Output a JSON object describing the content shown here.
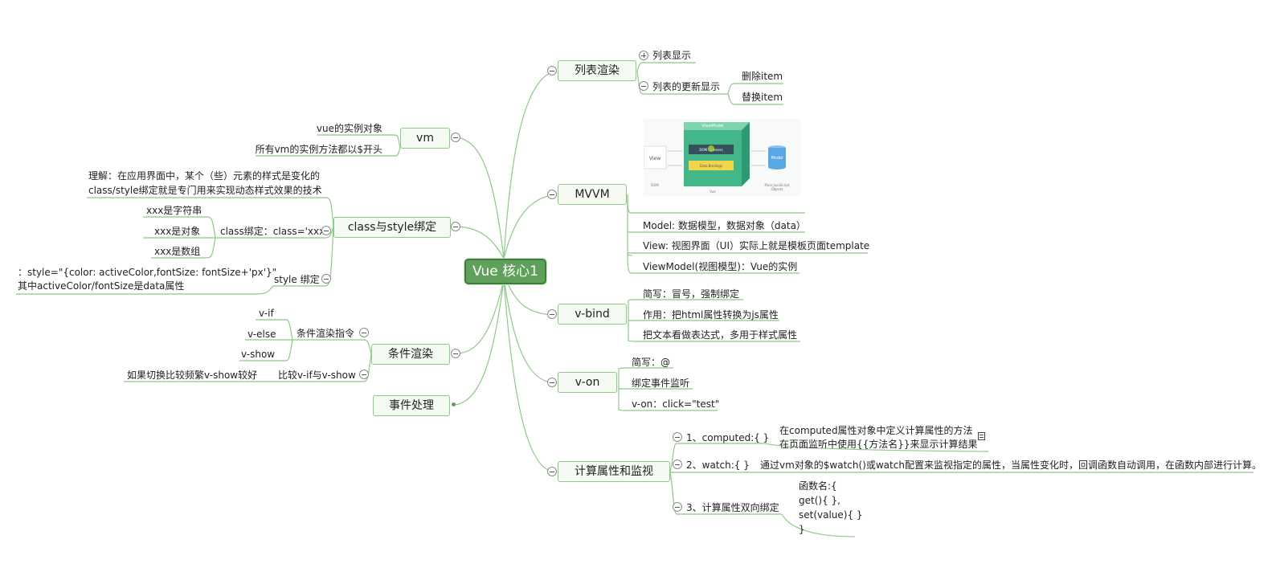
{
  "root": "Vue 核心1",
  "left": {
    "vm": {
      "label": "vm",
      "items": [
        "vue的实例对象",
        "所有vm的实例方法都以$开头"
      ]
    },
    "class_style": {
      "label": "class与style绑定",
      "note_line1": "理解：在应用界面中，某个（些）元素的样式是变化的",
      "note_line2": "class/style绑定就是专门用来实现动态样式效果的技术",
      "class_bind": "class绑定：class='xxx'",
      "class_items": [
        "xxx是字符串",
        "xxx是对象",
        "xxx是数组"
      ],
      "style_bind": "style 绑定",
      "style_line1": "：style=\"{color: activeColor,fontSize: fontSize+'px'}\"",
      "style_line2": "其中activeColor/fontSize是data属性"
    },
    "cond": {
      "label": "条件渲染",
      "directive": "条件渲染指令",
      "directives": [
        "v-if",
        "v-else",
        "v-show"
      ],
      "compare": "比较v-if与v-show",
      "compare_note": "如果切换比较频繁v-show较好"
    },
    "event": {
      "label": "事件处理"
    }
  },
  "right": {
    "list": {
      "label": "列表渲染",
      "show": "列表显示",
      "update": "列表的更新显示",
      "update_items": [
        "删除item",
        "替换item"
      ]
    },
    "mvvm": {
      "label": "MVVM",
      "image_labels": {
        "viewmodel": "ViewModel",
        "dom_listeners": "DOM Listeners",
        "data_bindings": "Data Bindings",
        "view": "View",
        "model": "Model",
        "dom": "DOM",
        "vue": "Vue",
        "plain": "Plain JavaScript",
        "objects": "Objects"
      },
      "items": [
        "Model: 数据模型，数据对象（data）",
        "View: 视图界面（UI）实际上就是模板页面template",
        "ViewModel(视图模型)：Vue的实例"
      ]
    },
    "vbind": {
      "label": "v-bind",
      "items": [
        "简写：冒号，强制绑定",
        "作用：把html属性转换为js属性",
        "把文本看做表达式，多用于样式属性"
      ]
    },
    "von": {
      "label": "v-on",
      "items": [
        "简写：@",
        "绑定事件监听",
        "v-on：click=\"test\""
      ]
    },
    "computed": {
      "label": "计算属性和监视",
      "c1": "1、computed:{ }",
      "c1_note1": "在computed属性对象中定义计算属性的方法",
      "c1_note2": "在页面监听中使用{{方法名}}来显示计算结果",
      "c2": "2、watch:{ }",
      "c2_note": "通过vm对象的$watch()或watch配置来监视指定的属性，当属性变化时，回调函数自动调用，在函数内部进行计算。",
      "c3": "3、计算属性双向绑定",
      "c3_lines": [
        "函数名:{",
        "get(){ },",
        "set(value){ }",
        "}"
      ]
    }
  },
  "colors": {
    "line": "#8fc888",
    "root_fill": "#5fa15a",
    "topic_fill": "#f5faf3"
  }
}
